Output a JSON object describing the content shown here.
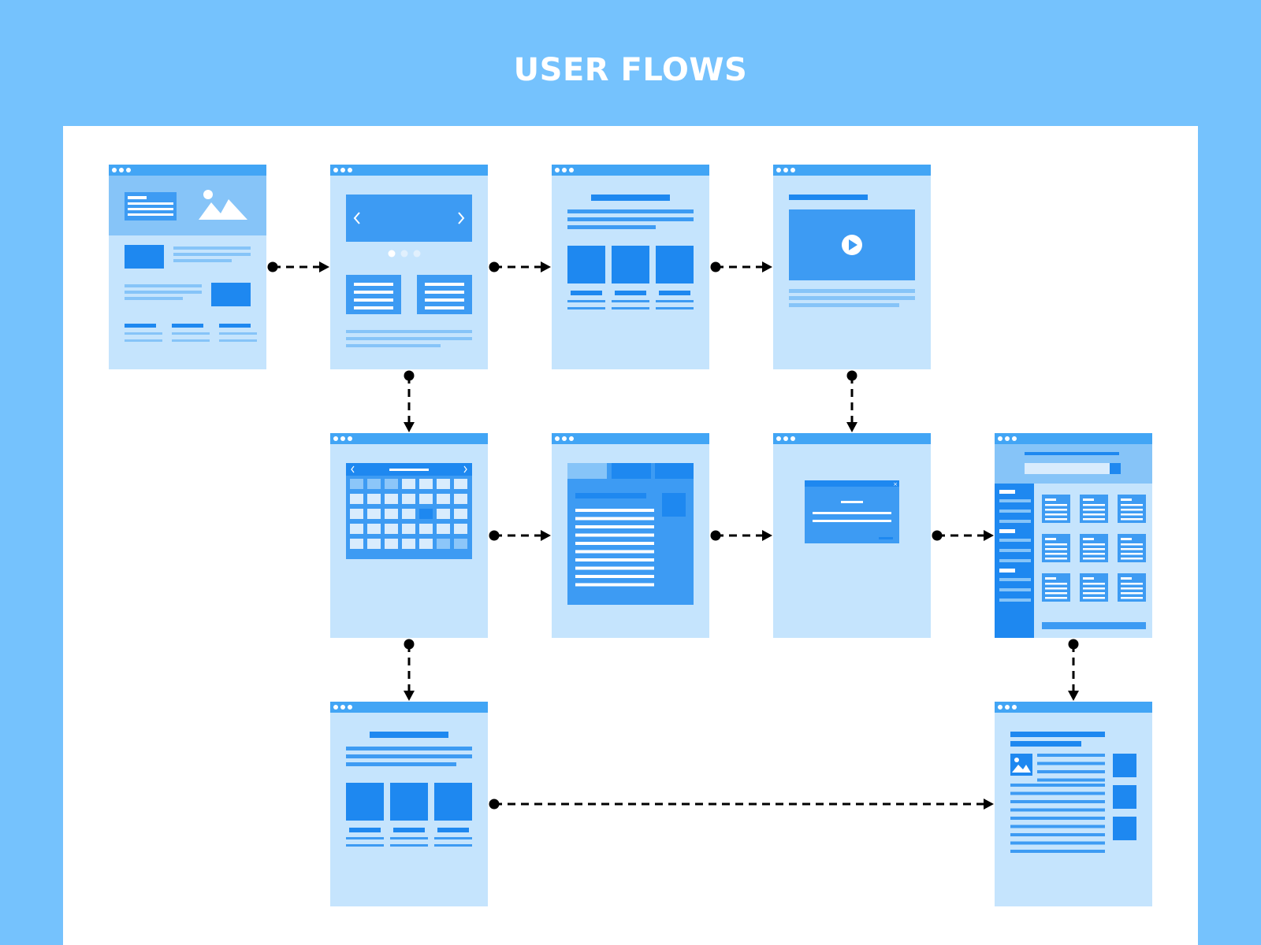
{
  "header": {
    "title": "USER FLOWS"
  },
  "colors": {
    "background": "#75C2FD",
    "board": "#FFFFFF",
    "screen_body": "#C5E4FD",
    "screen_bar": "#42A5F5",
    "accent_dark": "#1E88F0",
    "accent_mid": "#3D9BF3",
    "accent_light": "#86C4F8",
    "connector": "#000000"
  },
  "screens": [
    {
      "id": "home",
      "type": "hero-landing"
    },
    {
      "id": "carousel",
      "type": "image-slider"
    },
    {
      "id": "gallery",
      "type": "three-column-grid"
    },
    {
      "id": "video",
      "type": "video-player"
    },
    {
      "id": "calendar",
      "type": "date-picker"
    },
    {
      "id": "tabs",
      "type": "tabbed-document"
    },
    {
      "id": "modal",
      "type": "dialog-popup"
    },
    {
      "id": "dashboard",
      "type": "sidebar-card-grid"
    },
    {
      "id": "grid2",
      "type": "three-column-grid"
    },
    {
      "id": "article",
      "type": "article-with-sidebar"
    }
  ],
  "connections": [
    {
      "from": "home",
      "to": "carousel",
      "direction": "right"
    },
    {
      "from": "carousel",
      "to": "gallery",
      "direction": "right"
    },
    {
      "from": "gallery",
      "to": "video",
      "direction": "right"
    },
    {
      "from": "carousel",
      "to": "calendar",
      "direction": "down"
    },
    {
      "from": "video",
      "to": "modal",
      "direction": "down"
    },
    {
      "from": "calendar",
      "to": "tabs",
      "direction": "right"
    },
    {
      "from": "tabs",
      "to": "modal",
      "direction": "right"
    },
    {
      "from": "modal",
      "to": "dashboard",
      "direction": "right"
    },
    {
      "from": "calendar",
      "to": "grid2",
      "direction": "down"
    },
    {
      "from": "dashboard",
      "to": "article",
      "direction": "down"
    },
    {
      "from": "grid2",
      "to": "article",
      "direction": "right"
    }
  ],
  "icons": {
    "window_controls": "three-dots-icon",
    "hero_image": "mountain-image-icon",
    "slider_prev": "chevron-left-icon",
    "slider_next": "chevron-right-icon",
    "video_play": "play-icon",
    "modal_close": "close-icon",
    "calendar_prev": "chevron-left-icon",
    "calendar_next": "chevron-right-icon",
    "thumbnail": "image-icon"
  }
}
